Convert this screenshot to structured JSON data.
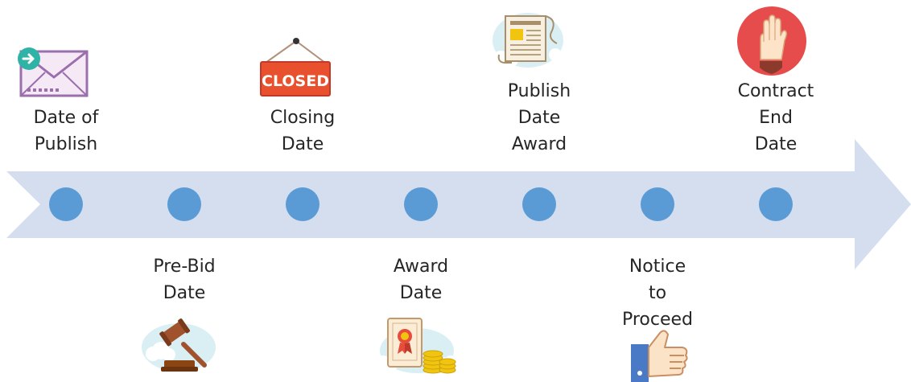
{
  "colors": {
    "arrow": "#d4deef",
    "dot": "#5b9bd5",
    "text": "#262626"
  },
  "milestones": [
    {
      "label": "Date of\nPublish",
      "side": "top",
      "icon": "envelope-icon"
    },
    {
      "label": "Pre-Bid\nDate",
      "side": "bottom",
      "icon": "gavel-icon"
    },
    {
      "label": "Closing\nDate",
      "side": "top",
      "icon": "closed-sign-icon",
      "icon_text": "CLOSED"
    },
    {
      "label": "Award\nDate",
      "side": "bottom",
      "icon": "award-certificate-icon"
    },
    {
      "label": "Publish\nDate\nAward",
      "side": "top",
      "icon": "newspaper-icon"
    },
    {
      "label": "Notice\nto\nProceed",
      "side": "bottom",
      "icon": "thumbs-up-icon"
    },
    {
      "label": "Contract\nEnd\nDate",
      "side": "top",
      "icon": "stop-hand-icon"
    }
  ]
}
